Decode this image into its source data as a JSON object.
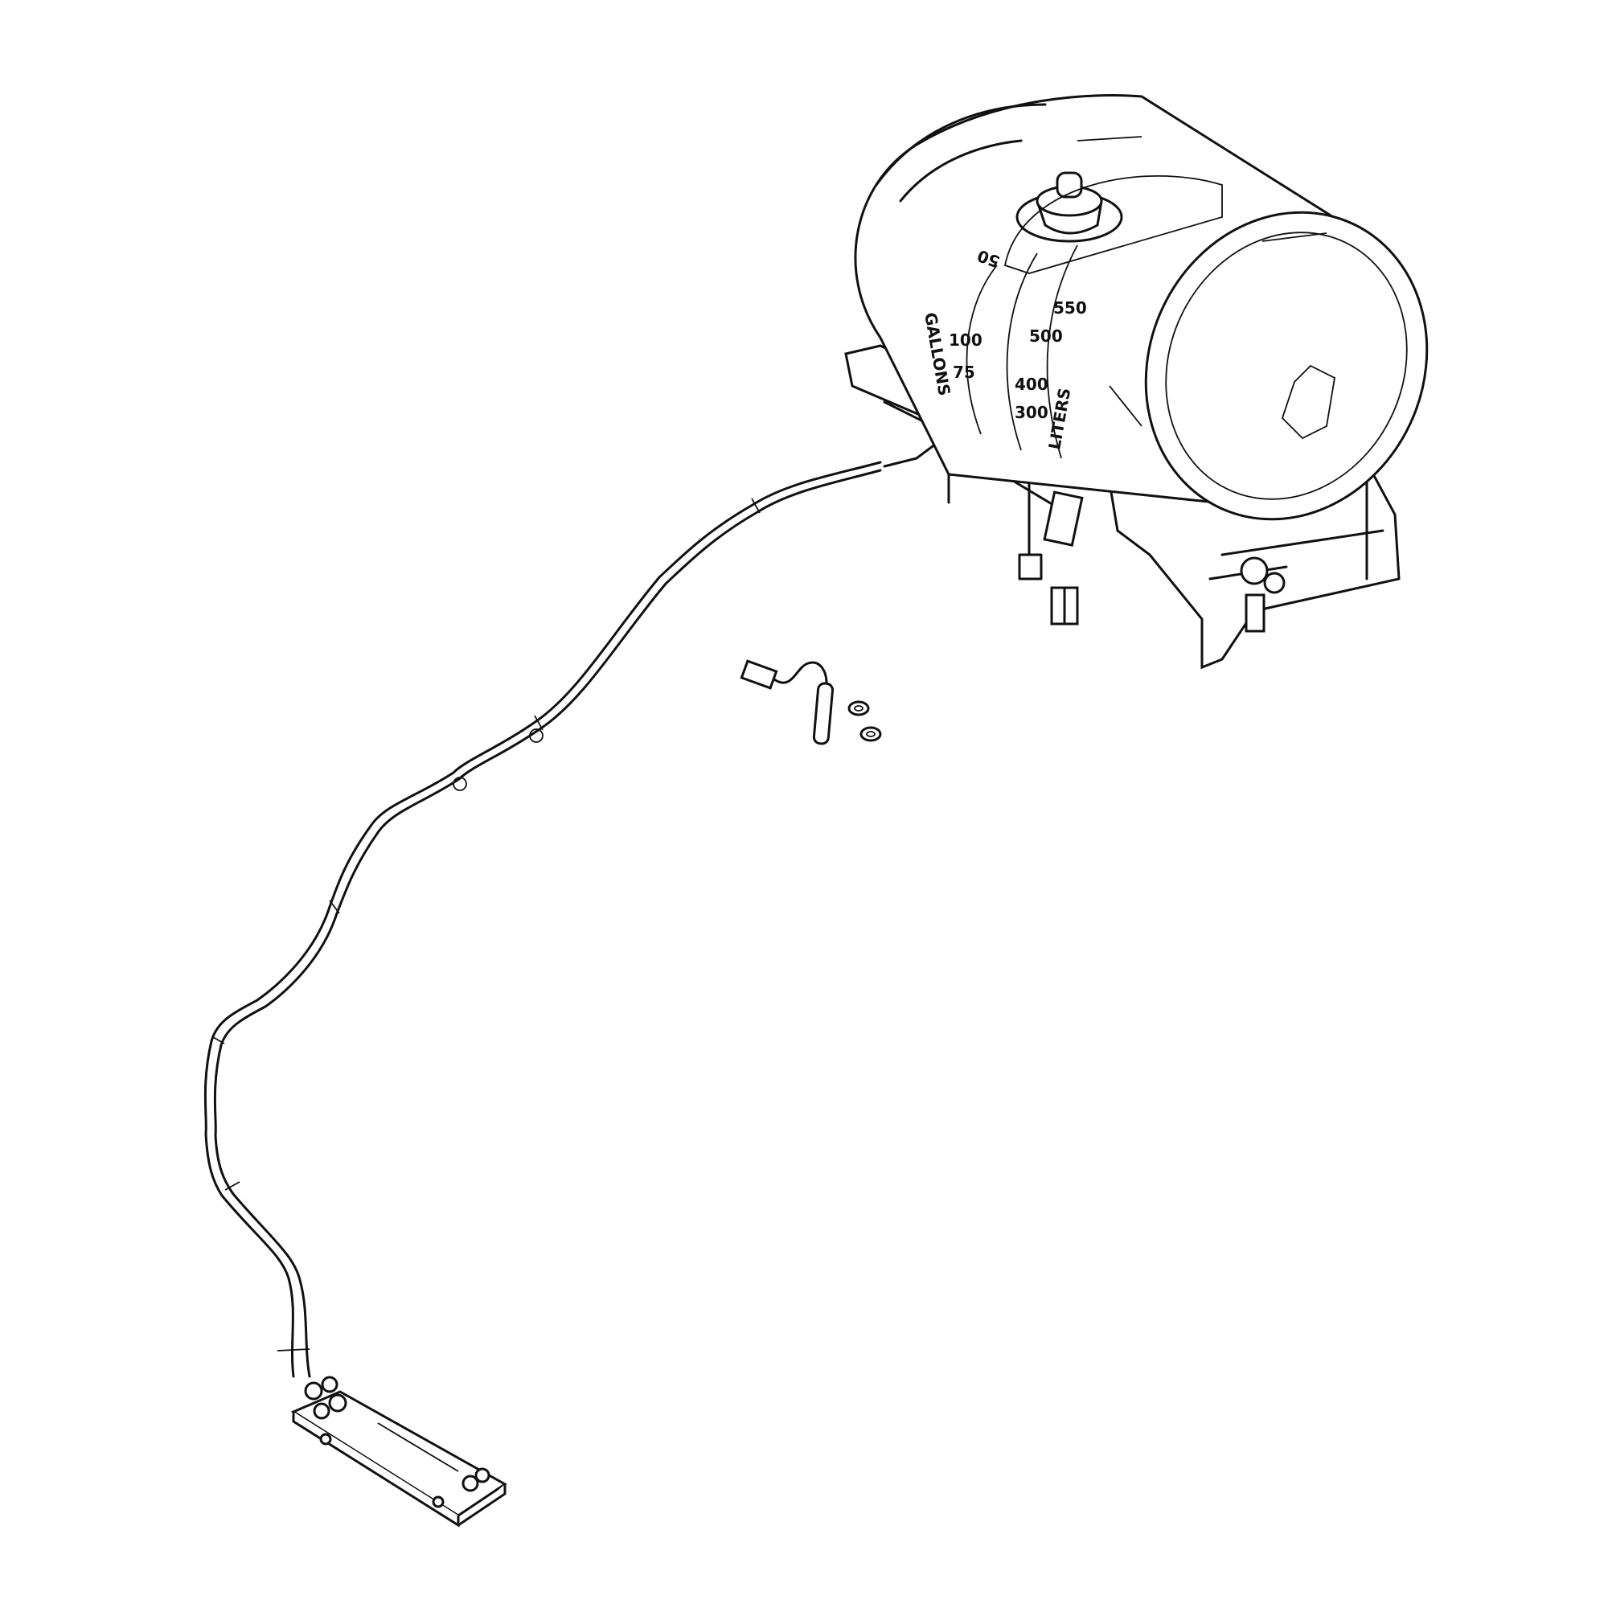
{
  "drawing": {
    "subject": "tank-with-level-sensor-harness",
    "tank_scale_labels": {
      "gallons_title": "GALLONS",
      "liters_title": "LITERS",
      "gallons": [
        "50",
        "100",
        "75"
      ],
      "liters": [
        "550",
        "500",
        "400",
        "300"
      ]
    },
    "colors": {
      "line": "#111111",
      "background": "#ffffff"
    }
  }
}
